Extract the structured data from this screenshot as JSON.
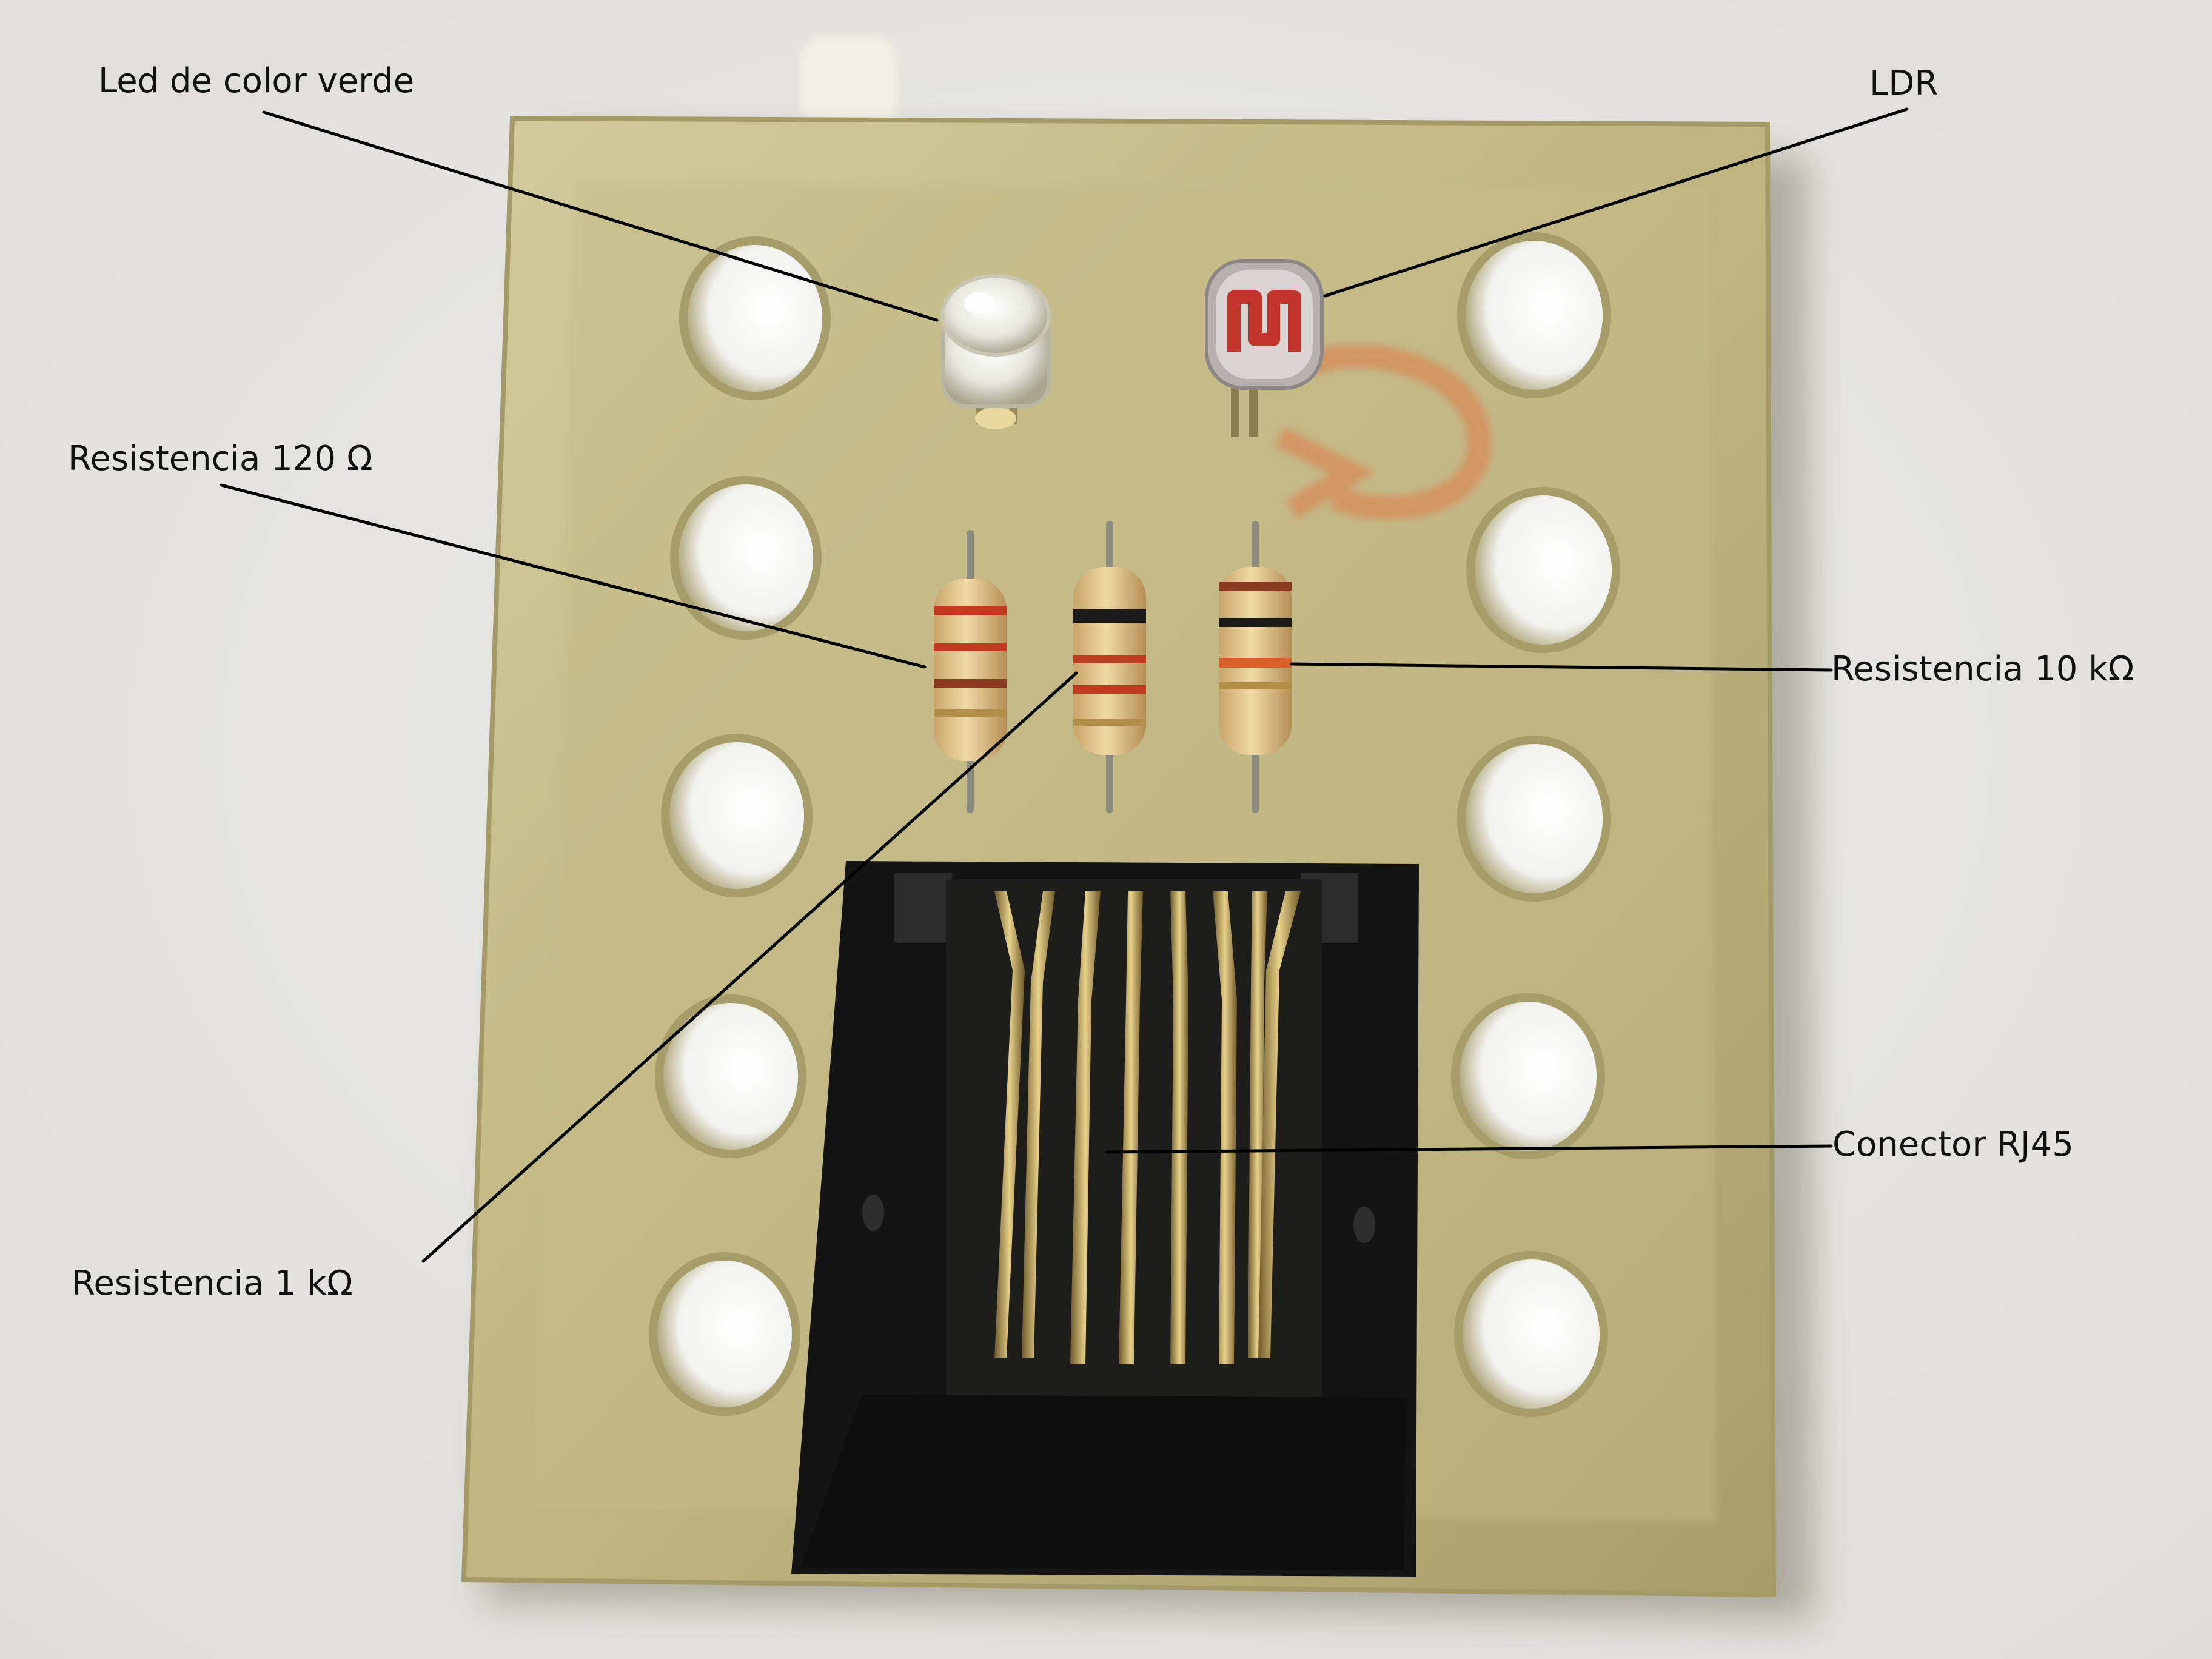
{
  "labels": {
    "led": "Led de color verde",
    "ldr": "LDR",
    "r120": "Resistencia 120 Ω",
    "r10k": "Resistencia 10 kΩ",
    "r1k": "Resistencia  1 kΩ",
    "rj45": "Conector RJ45"
  },
  "colors": {
    "background": "#e6e6e4",
    "board": "#c9c192",
    "board_edge": "#b3aa78",
    "connector": "#141414",
    "resistor_body": "#e2c58e",
    "band_red": "#c23a22",
    "band_black": "#1a1a1a",
    "band_orange": "#d8602a",
    "pin_gold": "#c9ab5a"
  }
}
